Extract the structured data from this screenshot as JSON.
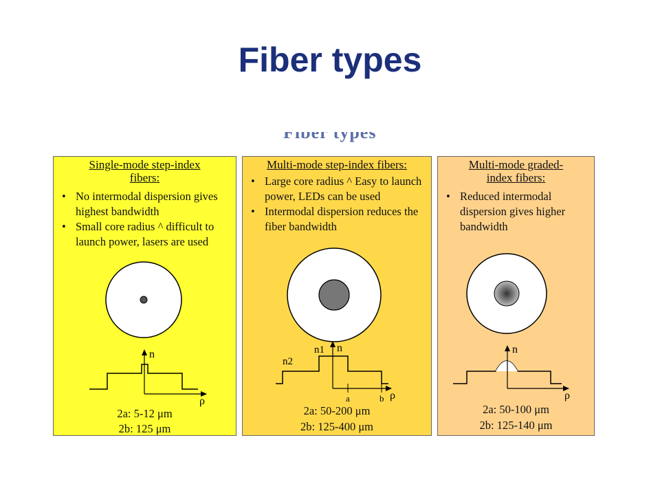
{
  "slide": {
    "title": "Fiber types"
  },
  "panels": [
    {
      "title_line1": "Single-mode step-index",
      "title_line2": "fibers:",
      "bullets": [
        "No intermodal dispersion gives highest bandwidth",
        "Small core radius ^ difficult to launch power, lasers are used"
      ],
      "index_label": "n",
      "radial_label": "ρ",
      "spec_core": "2a: 5-12 μm",
      "spec_cladding": "2b: 125 μm"
    },
    {
      "title_line1": "Multi-mode step-index fibers:",
      "bullets": [
        "Large core radius ^ Easy to launch power, LEDs can be used",
        "Intermodal dispersion reduces the fiber bandwidth"
      ],
      "index_label": "n",
      "n1_label": "n1",
      "n2_label": "n2",
      "a_label": "a",
      "b_label": "b",
      "radial_label": "ρ",
      "spec_core": "2a: 50-200 μm",
      "spec_cladding": "2b: 125-400 μm"
    },
    {
      "title_line1": "Multi-mode graded-",
      "title_line2": "index fibers:",
      "bullets": [
        "Reduced intermodal dispersion gives higher bandwidth"
      ],
      "index_label": "n",
      "radial_label": "ρ",
      "spec_core": "2a: 50-100 μm",
      "spec_cladding": "2b: 125-140 μm"
    }
  ],
  "colors": {
    "title": "#1c2f7a",
    "panel_single": "#ffff33",
    "panel_step": "#ffd84a",
    "panel_graded": "#ffd28c"
  }
}
